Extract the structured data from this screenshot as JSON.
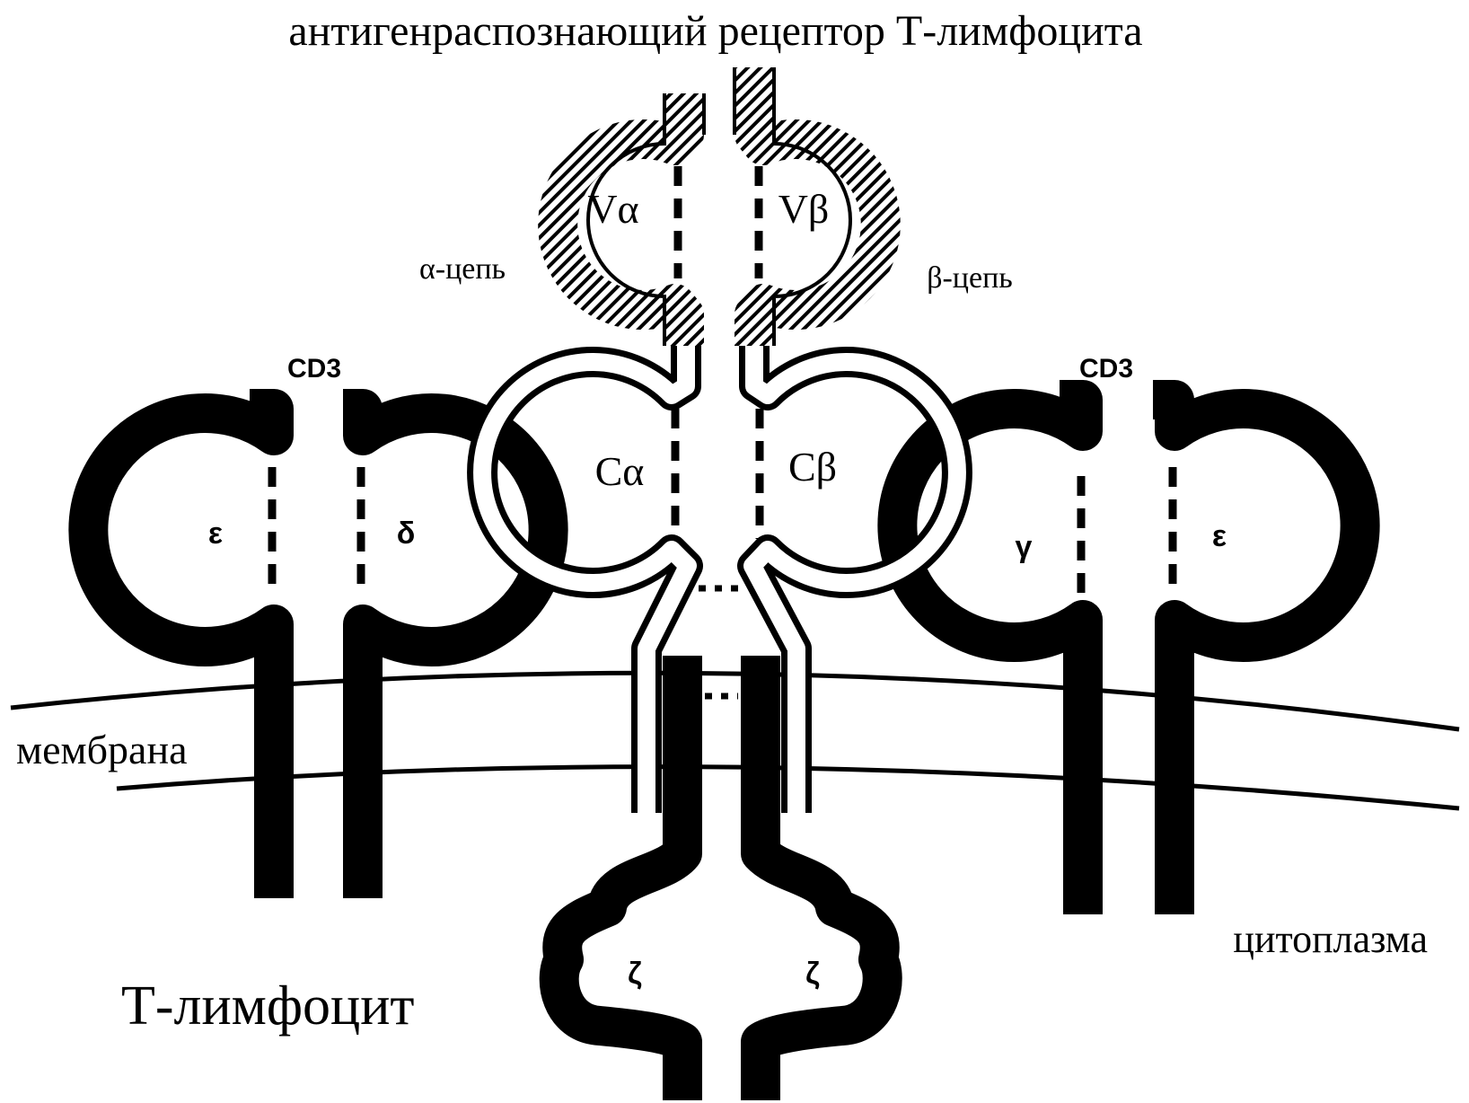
{
  "title": "антигенраспознающий рецептор Т-лимфоцита",
  "labels": {
    "alpha_chain": "α-цепь",
    "beta_chain": "β-цепь",
    "v_alpha": "Vα",
    "v_beta": "Vβ",
    "c_alpha": "Cα",
    "c_beta": "Cβ",
    "cd3_left": "CD3",
    "cd3_right": "CD3",
    "epsilon_left": "ε",
    "delta": "δ",
    "gamma": "γ",
    "epsilon_right": "ε",
    "zeta_left": "ζ",
    "zeta_right": "ζ",
    "membrane": "мембрана",
    "cytoplasm": "цитоплазма",
    "t_lymphocyte": "Т-лимфоцит"
  }
}
